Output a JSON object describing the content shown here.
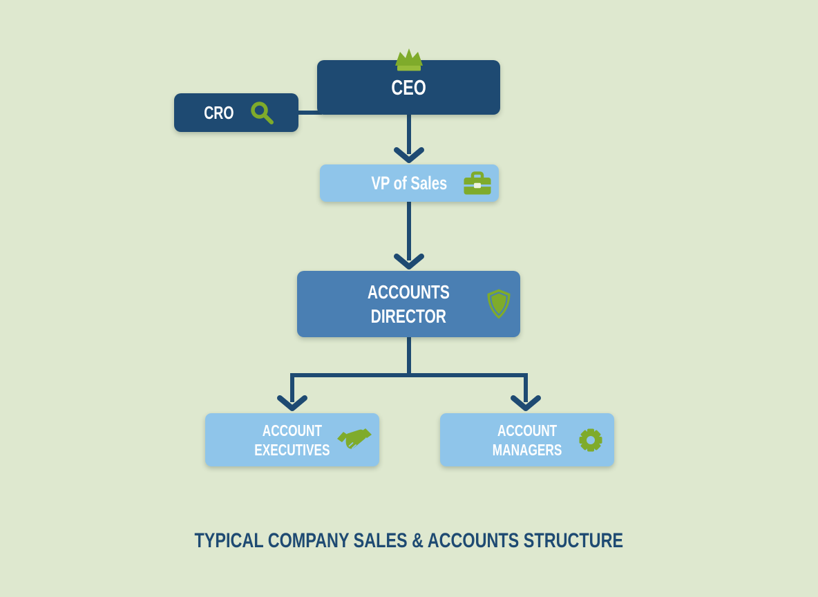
{
  "title": "TYPICAL COMPANY SALES & ACCOUNTS STRUCTURE",
  "colors": {
    "background": "#dee8cf",
    "navy": "#1e4a72",
    "medium-blue": "#4a7fb3",
    "light-blue": "#8fc5ea",
    "green": "#7fab2b",
    "green-light": "#97bc3a",
    "text-light": "#ffffff"
  },
  "nodes": {
    "ceo": {
      "label": "CEO",
      "icon": "crown-icon"
    },
    "cro": {
      "label": "CRO",
      "icon": "search-icon"
    },
    "vp_sales": {
      "label": "VP of Sales",
      "icon": "briefcase-icon"
    },
    "accounts_director": {
      "line1": "ACCOUNTS",
      "line2": "DIRECTOR",
      "icon": "shield-icon"
    },
    "account_executives": {
      "line1": "ACCOUNT",
      "line2": "EXECUTIVES",
      "icon": "handshake-icon"
    },
    "account_managers": {
      "line1": "ACCOUNT",
      "line2": "MANAGERS",
      "icon": "gear-icon"
    }
  },
  "edges": [
    {
      "from": "CRO",
      "to": "CEO"
    },
    {
      "from": "CEO",
      "to": "VP of Sales"
    },
    {
      "from": "VP of Sales",
      "to": "Accounts Director"
    },
    {
      "from": "Accounts Director",
      "to": "Account Executives"
    },
    {
      "from": "Accounts Director",
      "to": "Account Managers"
    }
  ]
}
